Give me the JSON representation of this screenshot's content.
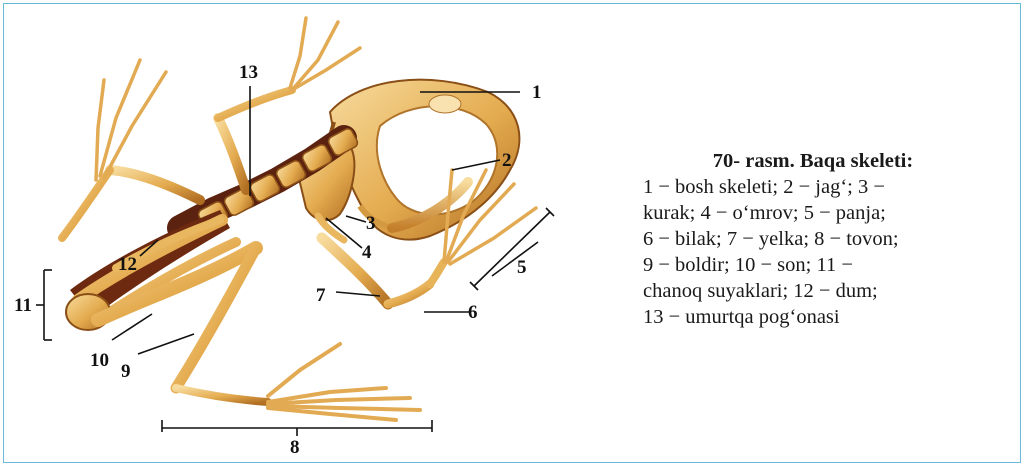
{
  "labels": {
    "l1": "1",
    "l2": "2",
    "l3": "3",
    "l4": "4",
    "l5": "5",
    "l6": "6",
    "l7": "7",
    "l8": "8",
    "l9": "9",
    "l10": "10",
    "l11": "11",
    "l12": "12",
    "l13": "13"
  },
  "caption": {
    "title": "70- rasm. Baqa skeleti:",
    "lines": [
      "1 − bosh skeleti; 2 − jag‘; 3 −",
      "kurak; 4 − o‘mrov; 5 − panja;",
      "6 − bilak; 7 − yelka; 8 − tovon;",
      "9 − boldir; 10 − son; 11 −",
      "chanoq suyaklari; 12 − dum;",
      "13 − umurtqa pog‘onasi"
    ]
  },
  "colors": {
    "bone": "#e8b45a",
    "bone_light": "#f6d89a",
    "bone_dark": "#a8651e",
    "shadow": "#6e2a10",
    "line": "#111111",
    "frame": "#6bb8d8"
  }
}
